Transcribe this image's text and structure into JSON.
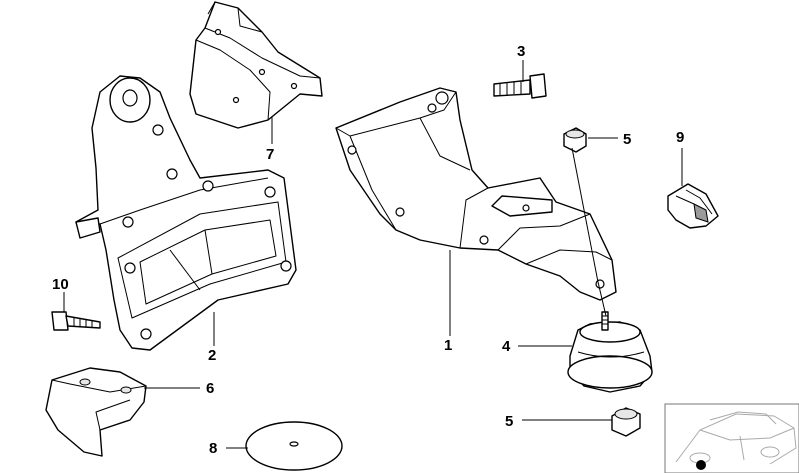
{
  "diagram": {
    "callouts": {
      "c1": "1",
      "c2": "2",
      "c3": "3",
      "c4": "4",
      "c5a": "5",
      "c5b": "5",
      "c6": "6",
      "c7": "7",
      "c8": "8",
      "c9": "9",
      "c10": "10"
    }
  }
}
